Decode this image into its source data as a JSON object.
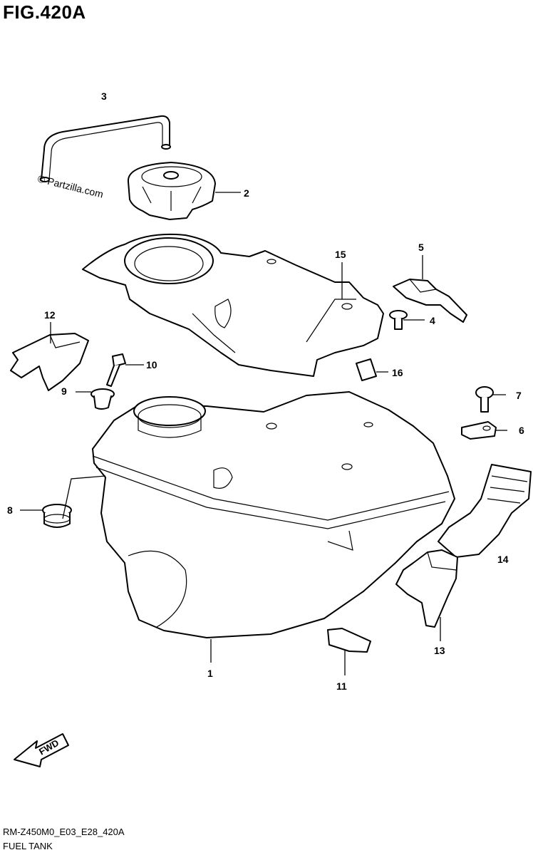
{
  "figure_title": "FIG.420A",
  "diagram_code": "RM-Z450M0_E03_E28_420A",
  "caption": "FUEL TANK",
  "watermark": "© Partzilla.com",
  "fwd_label": "FWD",
  "callouts": {
    "c1": "1",
    "c2": "2",
    "c3": "3",
    "c4": "4",
    "c5": "5",
    "c6": "6",
    "c7": "7",
    "c8": "8",
    "c9": "9",
    "c10": "10",
    "c11": "11",
    "c12": "12",
    "c13": "13",
    "c14": "14",
    "c15": "15",
    "c16": "16"
  }
}
